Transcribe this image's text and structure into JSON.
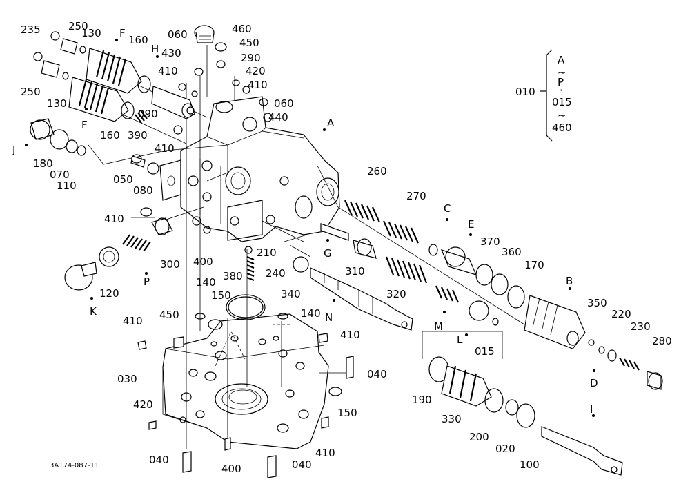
{
  "drawing_code": "3A174-087-11",
  "bracket": {
    "group_number": "010",
    "lines": [
      "A",
      "~",
      "P",
      "·",
      "015",
      "~",
      "460"
    ]
  },
  "labels": {
    "l235": "235",
    "l250a": "250",
    "l130a": "130",
    "lFa": "F",
    "l160a": "160",
    "l060a": "060",
    "l460": "460",
    "l450": "450",
    "l290": "290",
    "lH": "H",
    "l430": "430",
    "l410a": "410",
    "l420a": "420",
    "l410b": "410",
    "l060b": "060",
    "l440": "440",
    "l250b": "250",
    "l130b": "130",
    "lFb": "F",
    "l160b": "160",
    "l090": "090",
    "l390": "390",
    "l410c": "410",
    "lA": "A",
    "lJ": "J",
    "l180": "180",
    "l070": "070",
    "l110": "110",
    "l050": "050",
    "l080": "080",
    "l260": "260",
    "l270": "270",
    "lC": "C",
    "lE": "E",
    "l370": "370",
    "l360": "360",
    "l170": "170",
    "lB": "B",
    "l410d": "410",
    "lG": "G",
    "l210": "210",
    "l300": "300",
    "l400a": "400",
    "l310": "310",
    "l240": "240",
    "l380": "380",
    "l340": "340",
    "l320": "320",
    "lM": "M",
    "lL": "L",
    "l015": "015",
    "l350": "350",
    "l220": "220",
    "l230": "230",
    "l280": "280",
    "lD": "D",
    "lP": "P",
    "l120": "120",
    "lK": "K",
    "l140a": "140",
    "l150a": "150",
    "l140b": "140",
    "lN": "N",
    "l410e": "410",
    "l450b": "450",
    "l410f": "410",
    "l040a": "040",
    "l030": "030",
    "l420b": "420",
    "l150b": "150",
    "l410g": "410",
    "l190": "190",
    "l330": "330",
    "l200": "200",
    "l020": "020",
    "l100": "100",
    "lI": "I",
    "l040b": "040",
    "l400b": "400",
    "l040c": "040"
  }
}
